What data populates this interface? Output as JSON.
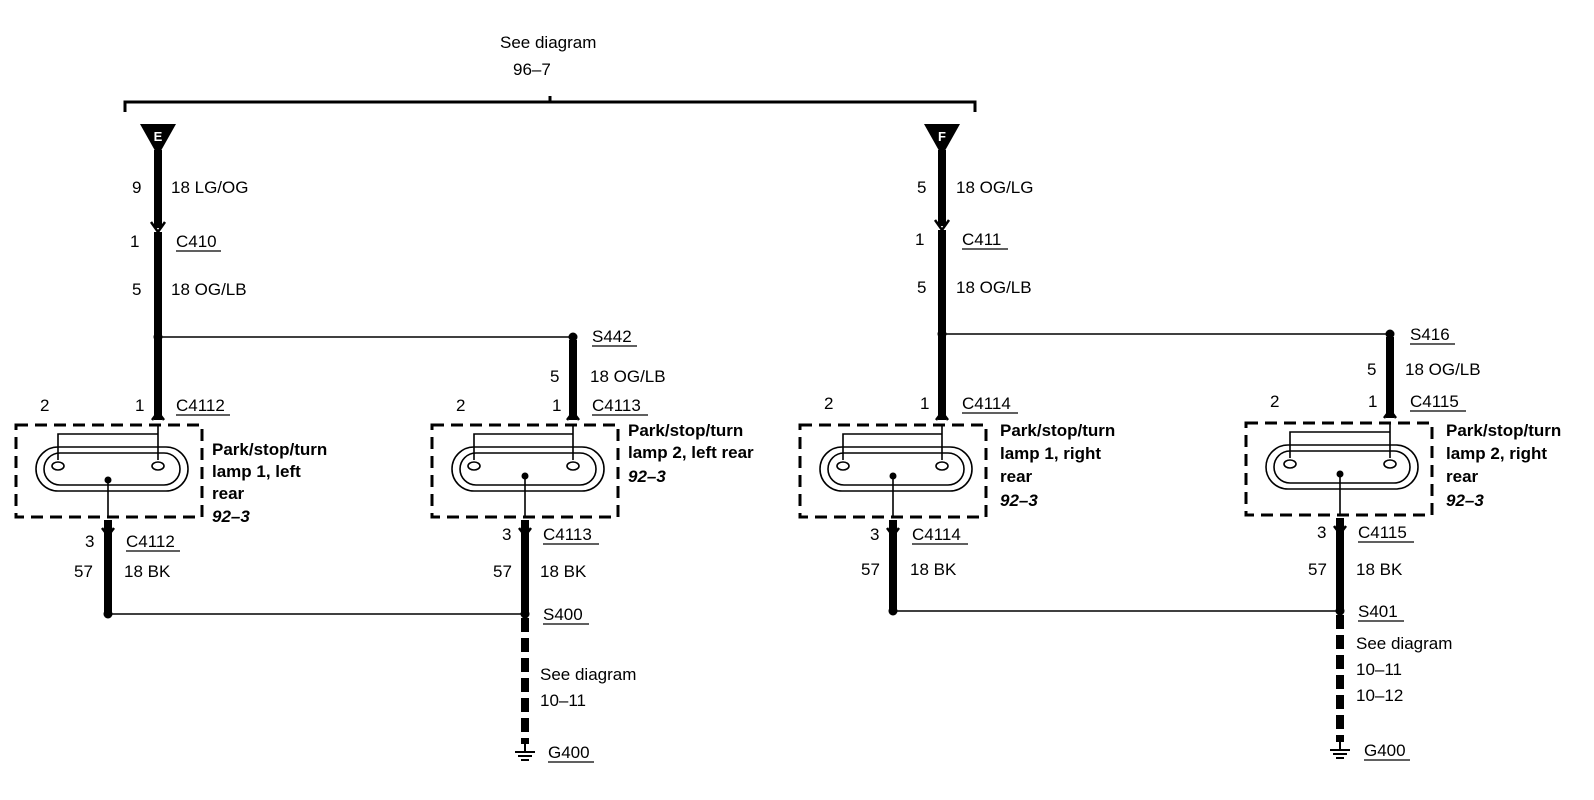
{
  "top_ref": {
    "text": "See diagram",
    "num": "96–7"
  },
  "e_circuit": {
    "connector_letter": "E",
    "wire1_pin": "9",
    "wire1_label": "18 LG/OG",
    "conn_pin": "1",
    "conn_label": "C410",
    "wire2_pin": "5",
    "wire2_label": "18 OG/LB"
  },
  "f_circuit": {
    "connector_letter": "F",
    "wire1_pin": "5",
    "wire1_label": "18 OG/LG",
    "conn_pin": "1",
    "conn_label": "C411",
    "wire2_pin": "5",
    "wire2_label": "18 OG/LB"
  },
  "splices": {
    "left": {
      "label": "S442",
      "wire_pin": "5",
      "wire_label": "18 OG/LB"
    },
    "right": {
      "label": "S416",
      "wire_pin": "5",
      "wire_label": "18 OG/LB"
    }
  },
  "lamps": [
    {
      "pin2": "2",
      "pin1": "1",
      "connector": "C4112",
      "desc": [
        "Park/stop/turn",
        "lamp 1, left",
        "rear"
      ],
      "ref": "92–3",
      "gnd_pin": "3",
      "gnd_conn": "C4112",
      "wire_pin": "57",
      "wire_label": "18 BK"
    },
    {
      "pin2": "2",
      "pin1": "1",
      "connector": "C4113",
      "desc": [
        "Park/stop/turn",
        "lamp 2, left rear"
      ],
      "ref": "92–3",
      "gnd_pin": "3",
      "gnd_conn": "C4113",
      "wire_pin": "57",
      "wire_label": "18 BK"
    },
    {
      "pin2": "2",
      "pin1": "1",
      "connector": "C4114",
      "desc": [
        "Park/stop/turn",
        "lamp 1, right",
        "rear"
      ],
      "ref": "92–3",
      "gnd_pin": "3",
      "gnd_conn": "C4114",
      "wire_pin": "57",
      "wire_label": "18 BK"
    },
    {
      "pin2": "2",
      "pin1": "1",
      "connector": "C4115",
      "desc": [
        "Park/stop/turn",
        "lamp 2, right",
        "rear"
      ],
      "ref": "92–3",
      "gnd_pin": "3",
      "gnd_conn": "C4115",
      "wire_pin": "57",
      "wire_label": "18 BK"
    }
  ],
  "ground_left": {
    "splice": "S400",
    "see": "See diagram",
    "refs": [
      "10–11"
    ],
    "ground": "G400"
  },
  "ground_right": {
    "splice": "S401",
    "see": "See diagram",
    "refs": [
      "10–11",
      "10–12"
    ],
    "ground": "G400"
  }
}
